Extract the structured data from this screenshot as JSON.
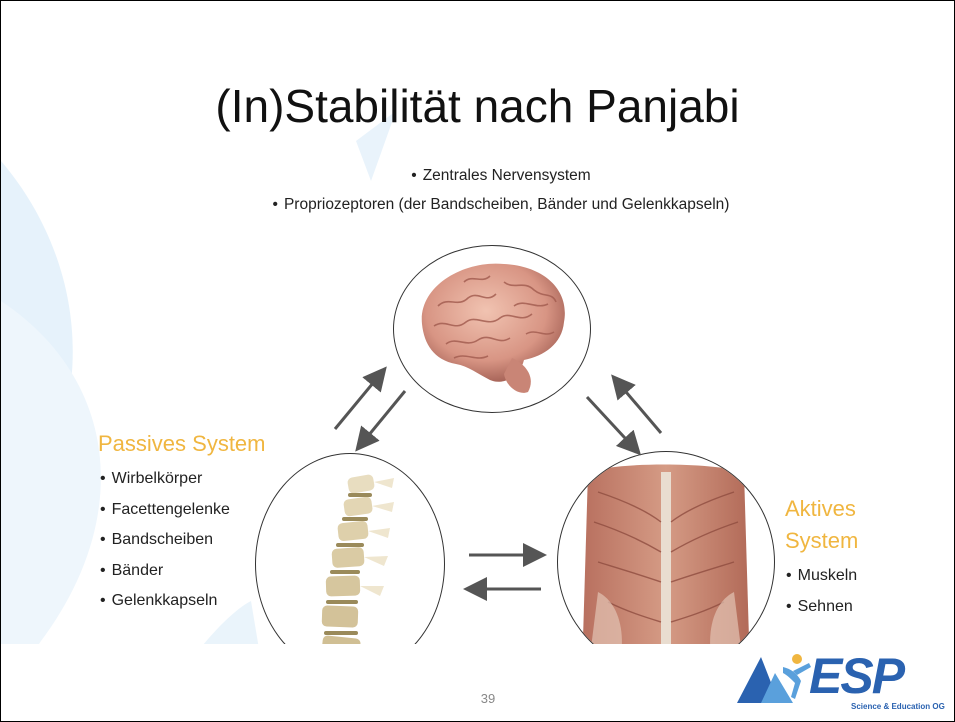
{
  "slide": {
    "title": "(In)Stabilität nach Panjabi",
    "page_number": "39"
  },
  "neural_system": {
    "items": [
      "Zentrales Nervensystem",
      "Propriozeptoren (der Bandscheiben, Bänder und Gelenkkapseln)"
    ]
  },
  "passive_system": {
    "title": "Passives System",
    "items": [
      "Wirbelkörper",
      "Facettengelenke",
      "Bandscheiben",
      "Bänder",
      "Gelenkkapseln"
    ]
  },
  "active_system": {
    "title_line1": "Aktives",
    "title_line2": "System",
    "items": [
      "Muskeln",
      "Sehnen"
    ]
  },
  "logo": {
    "text": "ESP",
    "subtitle": "Science & Education OG"
  },
  "bullet": "•",
  "colors": {
    "system_title": "#f0b640",
    "logo_blue": "#2a62b0",
    "arrow": "#555555",
    "swoosh": "#d6eaf7"
  }
}
